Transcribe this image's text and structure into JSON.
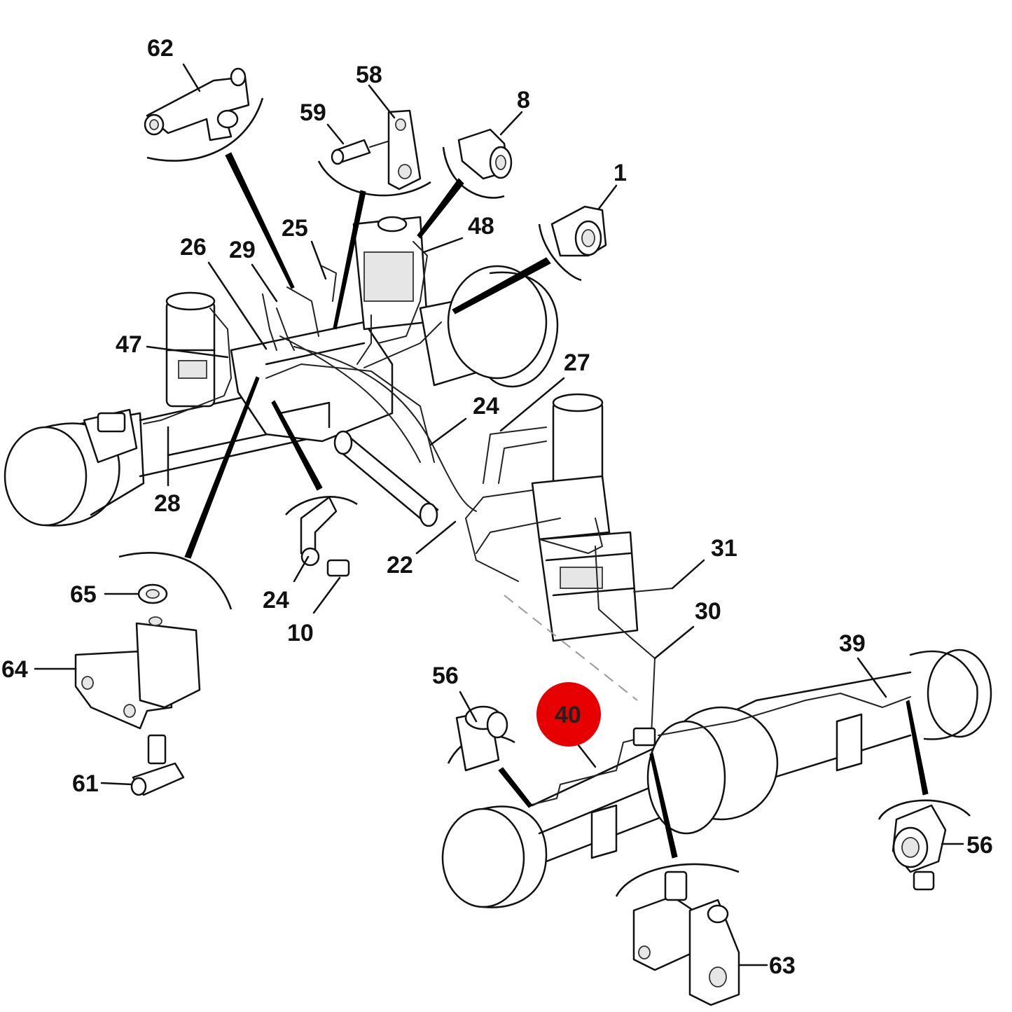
{
  "diagram": {
    "highlight_color": "#e60000",
    "labels": [
      {
        "id": "62",
        "text": "62"
      },
      {
        "id": "58",
        "text": "58"
      },
      {
        "id": "59",
        "text": "59"
      },
      {
        "id": "8",
        "text": "8"
      },
      {
        "id": "1",
        "text": "1"
      },
      {
        "id": "25",
        "text": "25"
      },
      {
        "id": "48",
        "text": "48"
      },
      {
        "id": "26",
        "text": "26"
      },
      {
        "id": "29",
        "text": "29"
      },
      {
        "id": "47",
        "text": "47"
      },
      {
        "id": "27",
        "text": "27"
      },
      {
        "id": "24a",
        "text": "24"
      },
      {
        "id": "28",
        "text": "28"
      },
      {
        "id": "22",
        "text": "22"
      },
      {
        "id": "24b",
        "text": "24"
      },
      {
        "id": "10",
        "text": "10"
      },
      {
        "id": "31",
        "text": "31"
      },
      {
        "id": "30",
        "text": "30"
      },
      {
        "id": "65",
        "text": "65"
      },
      {
        "id": "64",
        "text": "64"
      },
      {
        "id": "61",
        "text": "61"
      },
      {
        "id": "56a",
        "text": "56"
      },
      {
        "id": "40",
        "text": "40"
      },
      {
        "id": "39",
        "text": "39"
      },
      {
        "id": "56b",
        "text": "56"
      },
      {
        "id": "63",
        "text": "63"
      }
    ]
  }
}
